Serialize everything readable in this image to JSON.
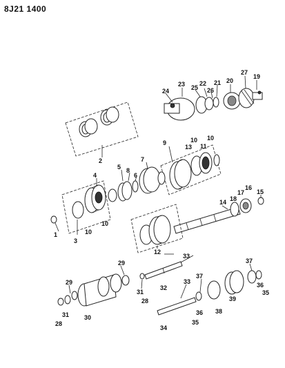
{
  "header": {
    "code": "8J21 1400"
  },
  "callouts": [
    {
      "id": "c1",
      "text": "1"
    },
    {
      "id": "c2",
      "text": "2"
    },
    {
      "id": "c3",
      "text": "3"
    },
    {
      "id": "c4",
      "text": "4"
    },
    {
      "id": "c5",
      "text": "5"
    },
    {
      "id": "c6",
      "text": "6"
    },
    {
      "id": "c7",
      "text": "7"
    },
    {
      "id": "c8",
      "text": "8"
    },
    {
      "id": "c9",
      "text": "9"
    },
    {
      "id": "c10a",
      "text": "10"
    },
    {
      "id": "c10b",
      "text": "10"
    },
    {
      "id": "c10c",
      "text": "10"
    },
    {
      "id": "c10d",
      "text": "10"
    },
    {
      "id": "c11",
      "text": "11"
    },
    {
      "id": "c12",
      "text": "12"
    },
    {
      "id": "c13",
      "text": "13"
    },
    {
      "id": "c14",
      "text": "14"
    },
    {
      "id": "c15",
      "text": "15"
    },
    {
      "id": "c16",
      "text": "16"
    },
    {
      "id": "c17",
      "text": "17"
    },
    {
      "id": "c18",
      "text": "18"
    },
    {
      "id": "c19",
      "text": "19"
    },
    {
      "id": "c20",
      "text": "20"
    },
    {
      "id": "c21",
      "text": "21"
    },
    {
      "id": "c22",
      "text": "22"
    },
    {
      "id": "c23",
      "text": "23"
    },
    {
      "id": "c24",
      "text": "24"
    },
    {
      "id": "c25",
      "text": "25"
    },
    {
      "id": "c26",
      "text": "26"
    },
    {
      "id": "c27",
      "text": "27"
    },
    {
      "id": "c28a",
      "text": "28"
    },
    {
      "id": "c28b",
      "text": "28"
    },
    {
      "id": "c29a",
      "text": "29"
    },
    {
      "id": "c29b",
      "text": "29"
    },
    {
      "id": "c30",
      "text": "30"
    },
    {
      "id": "c31a",
      "text": "31"
    },
    {
      "id": "c31b",
      "text": "31"
    },
    {
      "id": "c32",
      "text": "32"
    },
    {
      "id": "c33a",
      "text": "33"
    },
    {
      "id": "c33b",
      "text": "33"
    },
    {
      "id": "c34",
      "text": "34"
    },
    {
      "id": "c35a",
      "text": "35"
    },
    {
      "id": "c35b",
      "text": "35"
    },
    {
      "id": "c36a",
      "text": "36"
    },
    {
      "id": "c36b",
      "text": "36"
    },
    {
      "id": "c37a",
      "text": "37"
    },
    {
      "id": "c37b",
      "text": "37"
    },
    {
      "id": "c38",
      "text": "38"
    },
    {
      "id": "c39",
      "text": "39"
    }
  ]
}
